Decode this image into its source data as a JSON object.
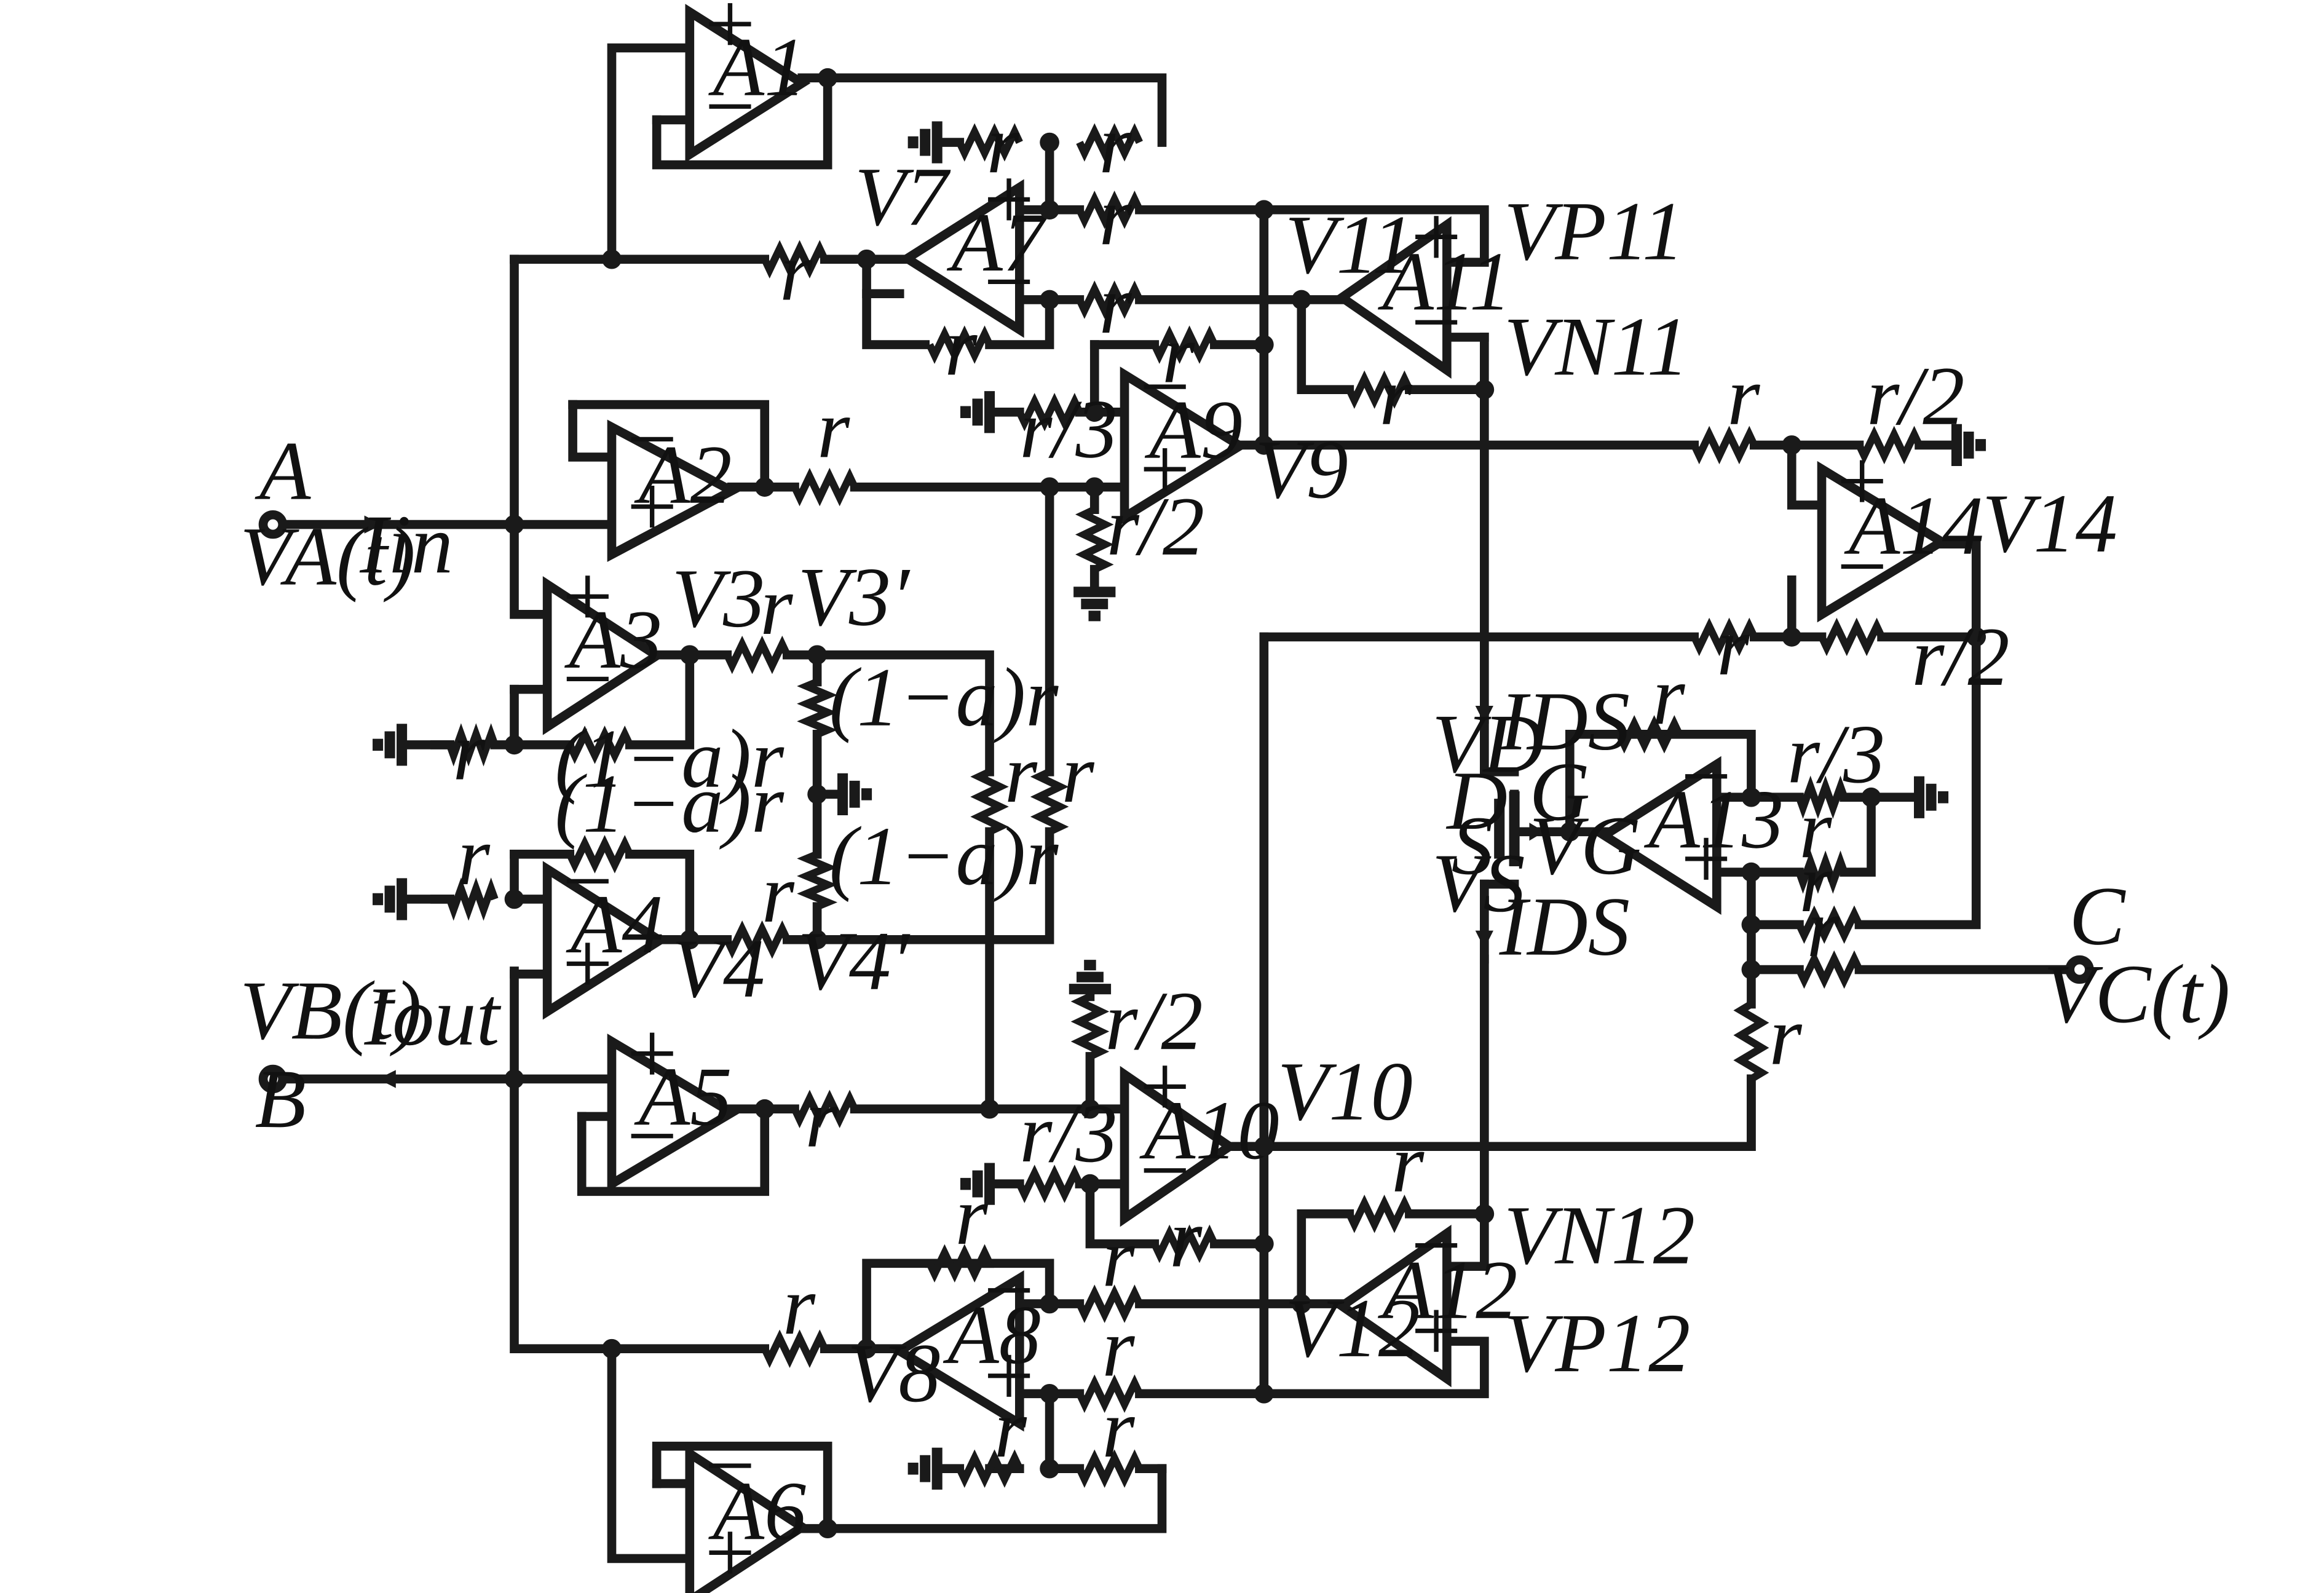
{
  "terminals": {
    "A": {
      "name": "A",
      "voltage": "VA(t)",
      "current": "Iin"
    },
    "B": {
      "name": "B",
      "voltage": "VB(t)",
      "current": "Iout"
    },
    "C": {
      "name": "C",
      "voltage": "VC(t)"
    }
  },
  "amplifiers": [
    "A1",
    "A2",
    "A3",
    "A4",
    "A5",
    "A6",
    "A7",
    "A8",
    "A9",
    "A10",
    "A11",
    "A12",
    "A13",
    "A14"
  ],
  "nodes": [
    "V3",
    "V3′",
    "V4",
    "V4′",
    "V7",
    "V8",
    "V9",
    "V10",
    "V11",
    "V12",
    "V14",
    "VP11",
    "VN11",
    "VP12",
    "VN12",
    "VD",
    "VG",
    "VS"
  ],
  "transistor": {
    "drain": "D",
    "gate": "G",
    "source": "S",
    "current": "IDS"
  },
  "resistors": [
    "r",
    "r/2",
    "r/3",
    "(1−a)r"
  ]
}
